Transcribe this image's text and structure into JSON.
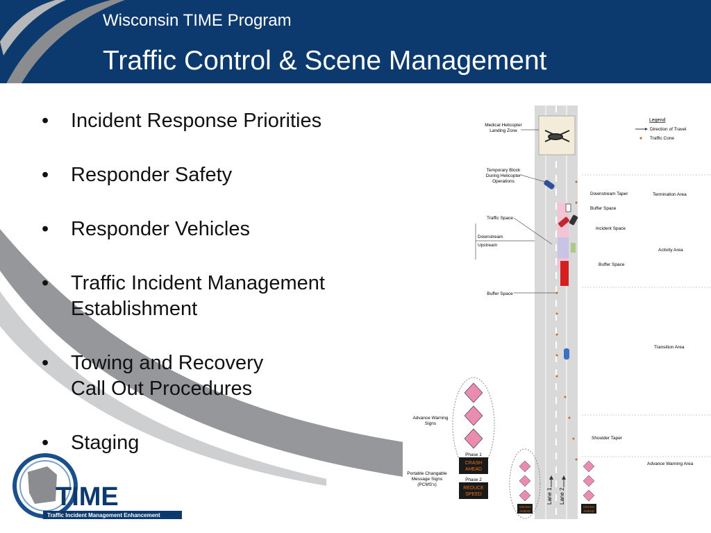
{
  "header": {
    "supertitle": "Wisconsin TIME Program",
    "title": "Traffic Control & Scene Management"
  },
  "bullets": [
    {
      "line1": "Incident Response Priorities",
      "line2": ""
    },
    {
      "line1": "Responder Safety",
      "line2": ""
    },
    {
      "line1": "Responder Vehicles",
      "line2": ""
    },
    {
      "line1": "Traffic Incident Management",
      "line2": "Establishment"
    },
    {
      "line1": "Towing and Recovery",
      "line2": "Call Out Procedures"
    },
    {
      "line1": "Staging",
      "line2": ""
    }
  ],
  "diagram": {
    "legend_title": "Legend",
    "legend_travel": "Direction of Travel",
    "legend_cone": "Traffic Cone",
    "helicopter_zone": [
      "Medical Helicopter",
      "Landing Zone"
    ],
    "temp_block": [
      "Temporary Block",
      "During Helicopter",
      "Operations"
    ],
    "traffic_space": "Traffic Space",
    "downstream": "Downstream",
    "upstream": "Upstream",
    "buffer_space_left": "Buffer Space",
    "downstream_taper": "Downstream Taper",
    "buffer_space_top": "Buffer Space",
    "incident_space": "Incident Space",
    "buffer_space_mid": "Buffer Space",
    "termination_area": "Termination Area",
    "activity_area": "Activity Area",
    "transition_area": "Transition Area",
    "shoulder_taper": "Shoulder Taper",
    "advance_warning_area": "Advance Warning Area",
    "advance_warning_signs": [
      "Advance Warning",
      "Signs"
    ],
    "pcms": [
      "Portable Changable",
      "Message Signs",
      "(PCMS's)"
    ],
    "phase1": "Phase 1",
    "phase2": "Phase 2",
    "pcms1": [
      "CRASH",
      "AHEAD"
    ],
    "pcms2": [
      "REDUCE",
      "SPEED"
    ],
    "lane1": "Lane 1",
    "lane2": "Lane 2",
    "small_sign": [
      "CRASH",
      "AHEAD"
    ]
  },
  "logo": {
    "name": "TIME",
    "tagline": "Traffic Incident Management Enhancement"
  },
  "colors": {
    "header_bg": "#0c3a6e",
    "swoosh": "#8a8c8f",
    "sign_pink": "#e98cb0",
    "pcms_bg": "#1a1a1a",
    "pcms_text": "#e8741c"
  }
}
